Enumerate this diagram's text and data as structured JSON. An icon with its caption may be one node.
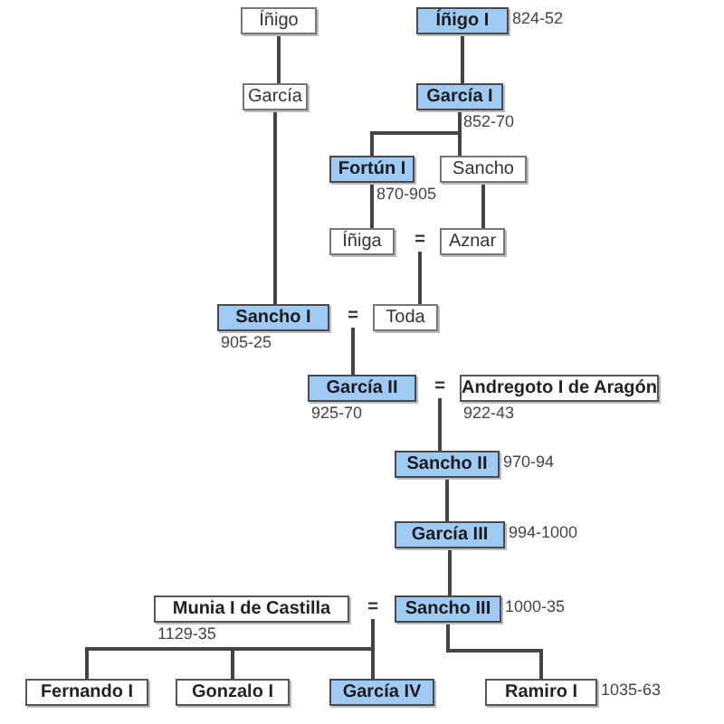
{
  "diagram": {
    "nodes": [
      {
        "text": [
          "Íñigo"
        ]
      },
      {
        "text": [
          "Íñigo I"
        ],
        "beside": [
          "824-52"
        ]
      },
      {
        "text": [
          "García"
        ]
      },
      {
        "text": [
          "García I"
        ],
        "beside": [
          "852-70"
        ]
      },
      {
        "text": [
          "Fortún I"
        ],
        "beside": [
          "870-905"
        ]
      },
      {
        "text": [
          "Sancho"
        ]
      },
      {
        "text": [
          "Íñiga"
        ]
      },
      {
        "text": [
          "="
        ]
      },
      {
        "text": [
          "Aznar"
        ]
      },
      {
        "text": [
          "Sancho I"
        ],
        "beside": [
          "905-25"
        ]
      },
      {
        "text": [
          "="
        ]
      },
      {
        "text": [
          "Toda"
        ]
      },
      {
        "text": [
          "García II"
        ],
        "beside": [
          "925-70"
        ]
      },
      {
        "text": [
          "="
        ]
      },
      {
        "text": [
          "Andregoto I de Aragón"
        ],
        "beside": [
          "922-43"
        ]
      },
      {
        "text": [
          "Sancho II"
        ],
        "beside": [
          "970-94"
        ]
      },
      {
        "text": [
          "García III"
        ],
        "beside": [
          "994-1000"
        ]
      },
      {
        "text": [
          "Munia I de Castilla"
        ],
        "beside": [
          "1129-35"
        ]
      },
      {
        "text": [
          "="
        ]
      },
      {
        "text": [
          "Sancho III"
        ],
        "beside": [
          "1000-35"
        ]
      },
      {
        "text": [
          "Fernando I"
        ]
      },
      {
        "text": [
          "Gonzalo I"
        ]
      },
      {
        "text": [
          "García IV"
        ]
      },
      {
        "text": [
          "Ramiro I"
        ],
        "beside": [
          "1035-63"
        ]
      }
    ],
    "edges": [
      {
        "from": 0,
        "to": 2,
        "arrow": "none"
      },
      {
        "from": 2,
        "to": 9,
        "arrow": "none"
      },
      {
        "from": 1,
        "to": 3,
        "arrow": "none"
      },
      {
        "from": 3,
        "to": 4,
        "arrow": "none"
      },
      {
        "from": 3,
        "to": 5,
        "arrow": "none"
      },
      {
        "from": 4,
        "to": 6,
        "arrow": "none"
      },
      {
        "from": 5,
        "to": 8,
        "arrow": "none"
      },
      {
        "from": 7,
        "to": 11,
        "arrow": "none"
      },
      {
        "from": 10,
        "to": 12,
        "arrow": "none"
      },
      {
        "from": 13,
        "to": 15,
        "arrow": "none"
      },
      {
        "from": 15,
        "to": 16,
        "arrow": "none"
      },
      {
        "from": 16,
        "to": 19,
        "arrow": "none"
      },
      {
        "from": 18,
        "to": 20,
        "arrow": "none"
      },
      {
        "from": 18,
        "to": 21,
        "arrow": "none"
      },
      {
        "from": 18,
        "to": 22,
        "arrow": "none"
      },
      {
        "from": 19,
        "to": 23,
        "arrow": "none"
      }
    ]
  }
}
